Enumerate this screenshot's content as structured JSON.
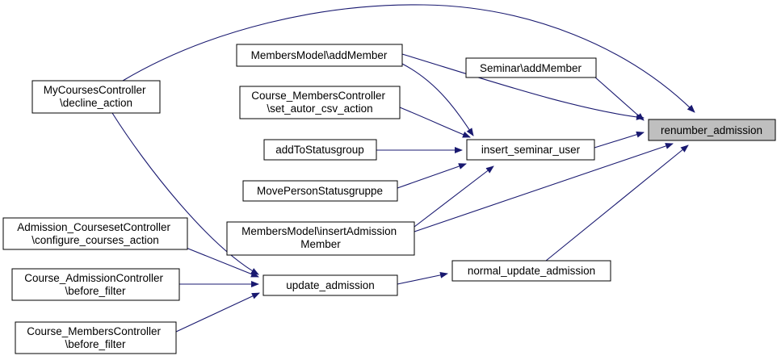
{
  "diagram": {
    "type": "call-graph",
    "background_color": "#ffffff",
    "edge_color": "#191970",
    "node_border_color": "#000000",
    "node_fill_color": "#ffffff",
    "highlighted_node_fill_color": "#bfbfbf",
    "text_color": "#000000"
  },
  "nodes": [
    {
      "id": "my_courses_decline_action",
      "lines": [
        "MyCoursesController",
        "\\decline_action"
      ],
      "highlighted": false
    },
    {
      "id": "members_model_add_member",
      "lines": [
        "MembersModel\\addMember"
      ],
      "highlighted": false
    },
    {
      "id": "set_autor_csv_action",
      "lines": [
        "Course_MembersController",
        "\\set_autor_csv_action"
      ],
      "highlighted": false
    },
    {
      "id": "add_to_statusgroup",
      "lines": [
        "addToStatusgroup"
      ],
      "highlighted": false
    },
    {
      "id": "seminar_add_member",
      "lines": [
        "Seminar\\addMember"
      ],
      "highlighted": false
    },
    {
      "id": "insert_seminar_user",
      "lines": [
        "insert_seminar_user"
      ],
      "highlighted": false
    },
    {
      "id": "renumber_admission",
      "lines": [
        "renumber_admission"
      ],
      "highlighted": true
    },
    {
      "id": "move_person_statusgruppe",
      "lines": [
        "MovePersonStatusgruppe"
      ],
      "highlighted": false
    },
    {
      "id": "insert_admission_member",
      "lines": [
        "MembersModel\\insertAdmission",
        "Member"
      ],
      "highlighted": false
    },
    {
      "id": "configure_courses_action",
      "lines": [
        "Admission_CoursesetController",
        "\\configure_courses_action"
      ],
      "highlighted": false
    },
    {
      "id": "course_admission_before_filter",
      "lines": [
        "Course_AdmissionController",
        "\\before_filter"
      ],
      "highlighted": false
    },
    {
      "id": "course_members_before_filter",
      "lines": [
        "Course_MembersController",
        "\\before_filter"
      ],
      "highlighted": false
    },
    {
      "id": "update_admission",
      "lines": [
        "update_admission"
      ],
      "highlighted": false
    },
    {
      "id": "normal_update_admission",
      "lines": [
        "normal_update_admission"
      ],
      "highlighted": false
    }
  ],
  "edges": [
    {
      "from": "MyCoursesController\\decline_action",
      "to": "renumber_admission"
    },
    {
      "from": "MyCoursesController\\decline_action",
      "to": "update_admission"
    },
    {
      "from": "MembersModel\\addMember",
      "to": "renumber_admission"
    },
    {
      "from": "MembersModel\\addMember",
      "to": "insert_seminar_user"
    },
    {
      "from": "Course_MembersController\\set_autor_csv_action",
      "to": "insert_seminar_user"
    },
    {
      "from": "addToStatusgroup",
      "to": "insert_seminar_user"
    },
    {
      "from": "Seminar\\addMember",
      "to": "renumber_admission"
    },
    {
      "from": "insert_seminar_user",
      "to": "renumber_admission"
    },
    {
      "from": "MovePersonStatusgruppe",
      "to": "insert_seminar_user"
    },
    {
      "from": "MembersModel\\insertAdmissionMember",
      "to": "insert_seminar_user"
    },
    {
      "from": "MembersModel\\insertAdmissionMember",
      "to": "renumber_admission"
    },
    {
      "from": "normal_update_admission",
      "to": "renumber_admission"
    },
    {
      "from": "update_admission",
      "to": "normal_update_admission"
    },
    {
      "from": "Admission_CoursesetController\\configure_courses_action",
      "to": "update_admission"
    },
    {
      "from": "Course_AdmissionController\\before_filter",
      "to": "update_admission"
    },
    {
      "from": "Course_MembersController\\before_filter",
      "to": "update_admission"
    }
  ]
}
